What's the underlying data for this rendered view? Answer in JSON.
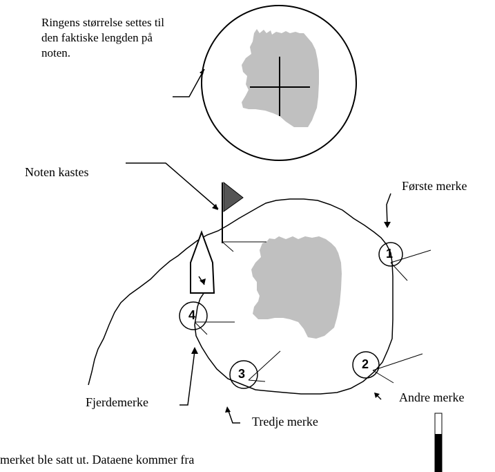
{
  "caption_ring": "Ringens størrelse settes til den faktiske lengden på noten.",
  "labels": {
    "noten_kastes": "Noten kastes",
    "forste_merke": "Første merke",
    "andre_merke": "Andre merke",
    "tredje_merke": "Tredje merke",
    "fjerdemerke": "Fjerdemerke"
  },
  "markers": [
    "1",
    "2",
    "3",
    "4"
  ],
  "bottom_text": "merket ble satt ut. Dataene kommer fra",
  "colors": {
    "land": "#c0c0c0",
    "flag": "#555555",
    "line": "#000000"
  }
}
